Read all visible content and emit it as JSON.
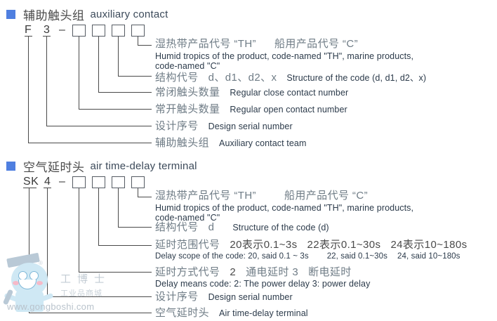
{
  "sections": [
    {
      "id": "auxiliary-contact",
      "bullet_color": "#4f7fe0",
      "title_cn": "辅助触头组",
      "title_en": "auxiliary contact",
      "code_parts": [
        "F",
        "3",
        "–"
      ],
      "box_count": 4,
      "entries": [
        {
          "cn": "湿热带产品代号 “TH”",
          "cn2": "船用产品代号 “C”",
          "en_line1": "Humid tropics of the product, code-named \"TH\", marine products,",
          "en_line2": "code-named \"C\""
        },
        {
          "cn": "结构代号",
          "cn_value": "d、d1、d2、x",
          "en_inline": "Structure of the code (d, d1, d2、x)"
        },
        {
          "cn": "常闭触头数量",
          "en_inline": "Regular close contact number"
        },
        {
          "cn": "常开触头数量",
          "en_inline": "Regular open contact number"
        },
        {
          "cn": "设计序号",
          "en_inline": "Design serial number"
        },
        {
          "cn": "辅助触头组",
          "en_inline": "Auxiliary contact team"
        }
      ]
    },
    {
      "id": "air-time-delay-terminal",
      "bullet_color": "#4f7fe0",
      "title_cn": "空气延时头",
      "title_en": "air time-delay terminal",
      "code_parts": [
        "SK",
        "4",
        "–"
      ],
      "box_count": 4,
      "entries": [
        {
          "cn": "湿热带产品代号 “TH”",
          "cn2": "船用产品代号 “C”",
          "en_line1": "Humid tropics of the product, code-named \"TH\", marine products,",
          "en_line2": "code-named \"C\""
        },
        {
          "cn": "结构代号",
          "cn_value": "d",
          "en_inline": "Structure of the code (d)"
        },
        {
          "cn": "延时范围代号",
          "cn_value": "20表示0.1~3s",
          "cn_value2": "22表示0.1~30s",
          "cn_value3": "24表示10~180s",
          "en_line1": "Delay scope of the code: 20, said 0.1 ~ 3s",
          "en_line1b": "22, said 0.1~30s",
          "en_line1c": "24, said 10~180s"
        },
        {
          "cn": "延时方式代号",
          "cn_value": "2",
          "cn_value2": "通电延时 3",
          "cn_value3": "断电延时",
          "en_line1": "Delay means code: 2: The power delay   3: power delay"
        },
        {
          "cn": "设计序号",
          "en_inline": "Design serial number"
        },
        {
          "cn": "空气延时头",
          "en_inline": "Air time-delay terminal"
        }
      ]
    }
  ],
  "watermark": {
    "brand_cn": "工博士",
    "tagline_cn": "工业品商城",
    "url": "www.gongboshi.com",
    "registered": "®"
  }
}
